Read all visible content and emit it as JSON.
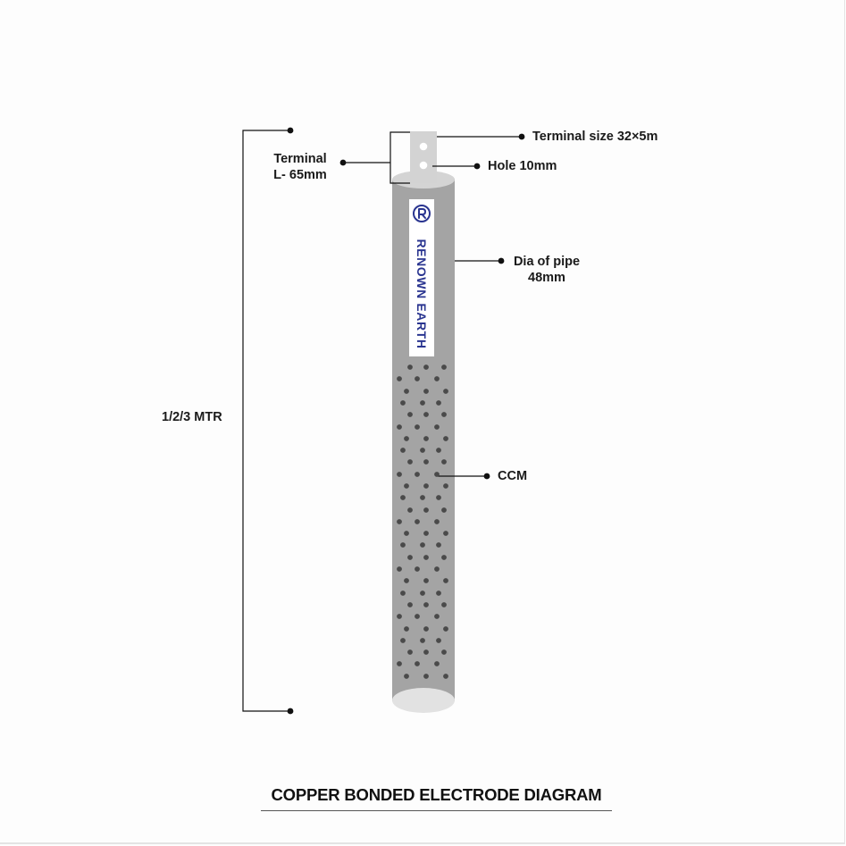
{
  "diagram": {
    "caption": "COPPER BONDED ELECTRODE DIAGRAM",
    "labels": {
      "terminal_size": "Terminal size 32×5m",
      "hole": "Hole 10mm",
      "terminal_line1": "Terminal",
      "terminal_line2": "L- 65mm",
      "dia_line1": "Dia of pipe",
      "dia_line2": "48mm",
      "length": "1/2/3 MTR",
      "ccm": "CCM"
    },
    "brand": {
      "name": "RENOWN EARTH",
      "logo_icon": "renown-r-logo-icon",
      "color": "#2a3590"
    },
    "colors": {
      "pipe": "#a4a4a4",
      "pipe_end": "#e2e2e2",
      "terminal_plate": "#d3d3d3",
      "perforation": "#4a4a4a",
      "leader_line": "#111111"
    }
  }
}
